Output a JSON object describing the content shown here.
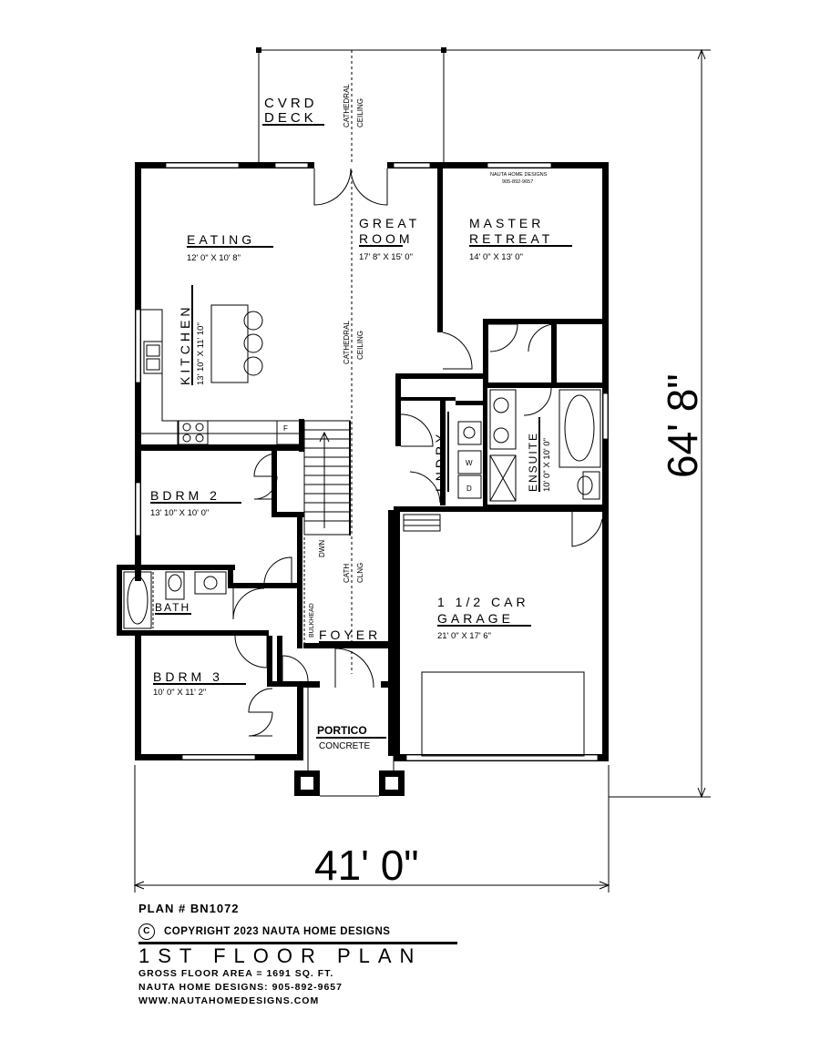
{
  "deck": {
    "line1": "CVRD",
    "line2": "DECK",
    "ceiling1": "CATHEDRAL",
    "ceiling2": "CEILING"
  },
  "rooms": {
    "eating": {
      "name": "EATING",
      "dim": "12' 0\" X 10' 8\""
    },
    "kitchen": {
      "name": "KITCHEN",
      "dim": "13' 10\" X 11' 10\""
    },
    "great_room": {
      "name1": "GREAT",
      "name2": "ROOM",
      "dim": "17' 8\" X 15' 0\""
    },
    "master": {
      "name1": "MASTER",
      "name2": "RETREAT",
      "dim": "14' 0\" X 13' 0\""
    },
    "great_ceiling": {
      "line1": "CATHEDRAL",
      "line2": "CEILING"
    },
    "laundry": {
      "name": "LNDRY"
    },
    "ensuite": {
      "name": "ENSUITE",
      "dim": "10' 0\" X 10' 0\""
    },
    "bdrm2": {
      "name": "BDRM 2",
      "dim": "13' 10\" X 10' 0\""
    },
    "bath": {
      "name": "BATH"
    },
    "bdrm3": {
      "name": "BDRM 3",
      "dim": "10' 0\" X 11' 2\""
    },
    "foyer": {
      "name": "FOYER"
    },
    "portico": {
      "name": "PORTICO",
      "sub": "CONCRETE"
    },
    "garage": {
      "name1": "1 1/2 CAR",
      "name2": "GARAGE",
      "dim": "21' 0\" X 17' 6\""
    }
  },
  "annotations": {
    "stairs_down": "DWN",
    "cath1": "CATH",
    "cath2": "CLNG",
    "bulkhead": "BULKHEAD",
    "fridge": "F",
    "washer": "W",
    "dryer": "D",
    "designer_stamp1": "NAUTA HOME DESIGNS",
    "designer_stamp2": "905-892-9657"
  },
  "dimensions": {
    "depth": "64' 8\"",
    "width": "41' 0\""
  },
  "footer": {
    "plan_number": "PLAN # BN1072",
    "copyright_symbol": "C",
    "copyright": "COPYRIGHT 2023 NAUTA HOME DESIGNS",
    "title": "1ST FLOOR PLAN",
    "gross_area": "GROSS FLOOR AREA = 1691 SQ. FT.",
    "phone": "NAUTA HOME DESIGNS: 905-892-9657",
    "website": "WWW.NAUTAHOMEDESIGNS.COM"
  }
}
